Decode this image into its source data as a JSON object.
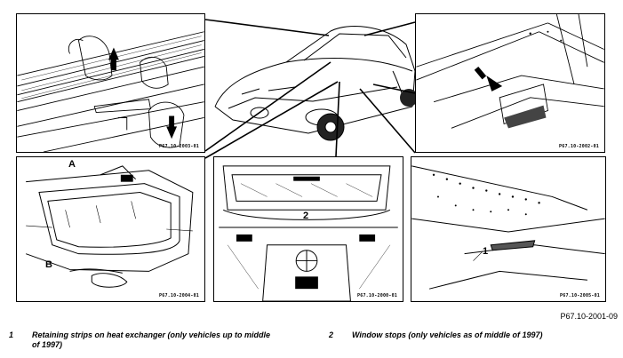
{
  "figure_ref": "P67.10-2001-09",
  "panels": {
    "top_left": {
      "code": "P67.10-2003-01"
    },
    "top_right": {
      "code": "P67.10-2002-01"
    },
    "bottom_left": {
      "code": "P67.10-2004-01",
      "label_a": "A",
      "label_b": "B"
    },
    "bottom_center": {
      "code": "P67.10-2000-01",
      "callout": "2"
    },
    "bottom_right": {
      "code": "P67.10-2005-01",
      "callout": "1"
    }
  },
  "legend": [
    {
      "number": "1",
      "text": "Retaining strips on heat exchanger (only vehicles up to middle of 1997)"
    },
    {
      "number": "2",
      "text": "Window stops (only vehicles as of middle of 1997)"
    }
  ]
}
